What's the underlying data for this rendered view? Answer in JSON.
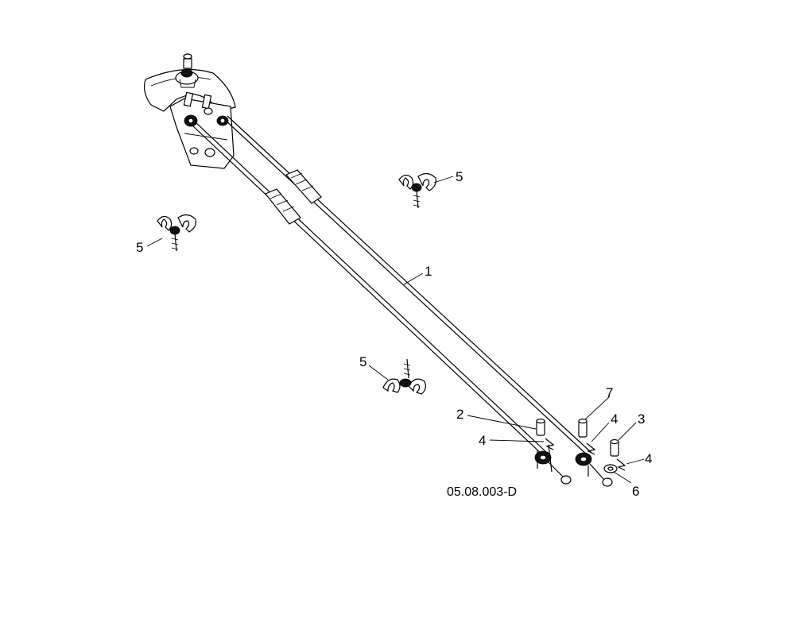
{
  "diagram": {
    "reference_code": "05.08.003-D",
    "callouts": {
      "c1": "1",
      "c2": "2",
      "c3": "3",
      "c4a": "4",
      "c4b": "4",
      "c4c": "4",
      "c5a": "5",
      "c5b": "5",
      "c5c": "5",
      "c6": "6",
      "c7": "7"
    }
  }
}
